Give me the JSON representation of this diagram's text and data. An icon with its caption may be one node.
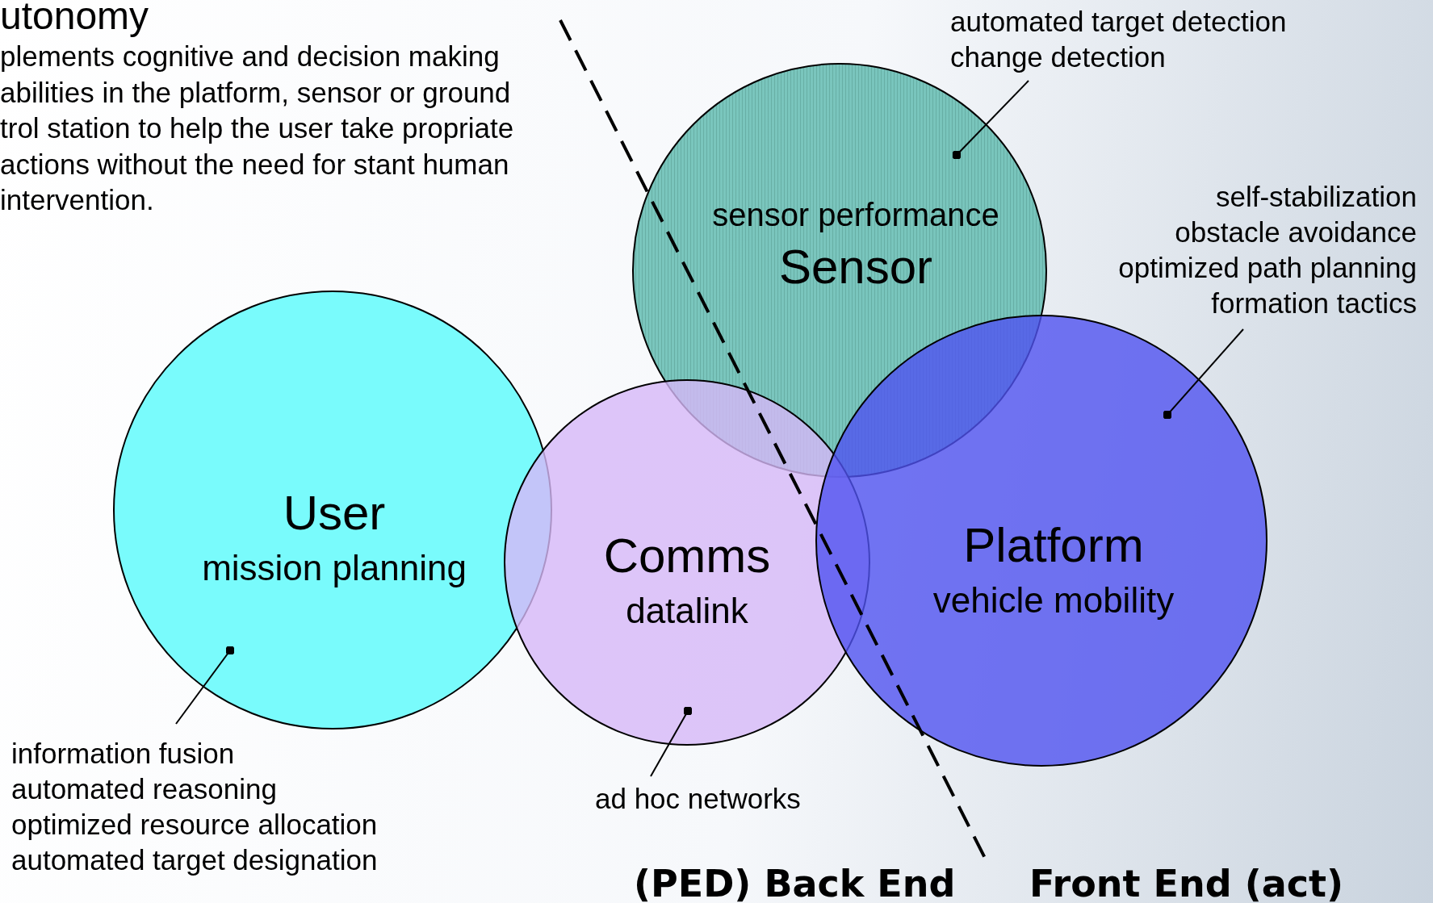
{
  "diagram": {
    "title": "utonomy",
    "nodes": [
      {
        "text": [
          "automated target detection",
          "change detection"
        ]
      },
      {
        "text": [
          "sensor performance",
          "Sensor"
        ]
      },
      {
        "text": [
          "self-stabilization",
          "obstacle avoidance",
          "optimized path planning",
          "formation tactics"
        ]
      },
      {
        "text": [
          "User",
          "mission planning"
        ]
      },
      {
        "text": [
          "Comms",
          "datalink"
        ]
      },
      {
        "text": [
          "Platform",
          "vehicle mobility"
        ]
      },
      {
        "text": [
          "ad hoc networks"
        ]
      },
      {
        "text": [
          "information fusion",
          "automated reasoning",
          "optimized resource allocation",
          "automated target designation"
        ]
      }
    ],
    "edges": [
      {
        "from": 0,
        "to": 1,
        "arrow": "other"
      },
      {
        "from": 2,
        "to": 5,
        "arrow": "other"
      },
      {
        "from": 6,
        "to": 4,
        "arrow": "other"
      },
      {
        "from": 7,
        "to": 3,
        "arrow": "other"
      }
    ],
    "labels": [
      "plements cognitive and decision making abilities in the platform, sensor or ground trol station to help the user take propriate actions without the need for stant human intervention.",
      "(PED) Back End",
      "Front End (act)"
    ]
  }
}
